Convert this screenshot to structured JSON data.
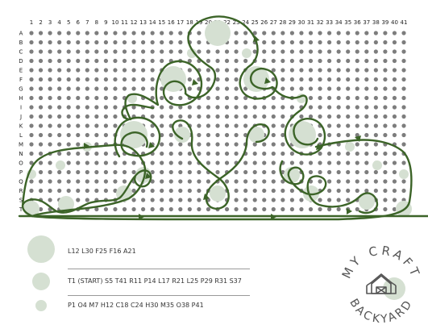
{
  "board": {
    "columns": [
      "1",
      "2",
      "3",
      "4",
      "5",
      "6",
      "7",
      "8",
      "9",
      "10",
      "11",
      "12",
      "13",
      "14",
      "15",
      "16",
      "17",
      "18",
      "19",
      "20",
      "21",
      "22",
      "23",
      "24",
      "25",
      "26",
      "27",
      "28",
      "29",
      "30",
      "31",
      "32",
      "33",
      "34",
      "35",
      "36",
      "37",
      "38",
      "39",
      "40",
      "41"
    ],
    "rows": [
      "A",
      "B",
      "C",
      "D",
      "E",
      "F",
      "G",
      "H",
      "I",
      "J",
      "K",
      "L",
      "M",
      "N",
      "O",
      "P",
      "Q",
      "R",
      "S",
      "T"
    ],
    "colors": {
      "dot": "#7d7d7d",
      "bead": "#d5e0d2",
      "thread": "#3c6428"
    }
  },
  "legend": {
    "large_bead_positions": "L12 L30 F25 F16 A21",
    "medium_bead_positions": "T1 (START) S5 T41 R11 P14 L17 R21 L25 P29 R31 S37",
    "small_bead_positions": "P1 O4 M7 H12 C18 C24 H30 M35 O38 P41"
  },
  "logo": {
    "text_top": "MY CRAFT",
    "text_bottom": "BACKYARD",
    "color": "#555555",
    "accent_color": "#d5e0d2"
  }
}
